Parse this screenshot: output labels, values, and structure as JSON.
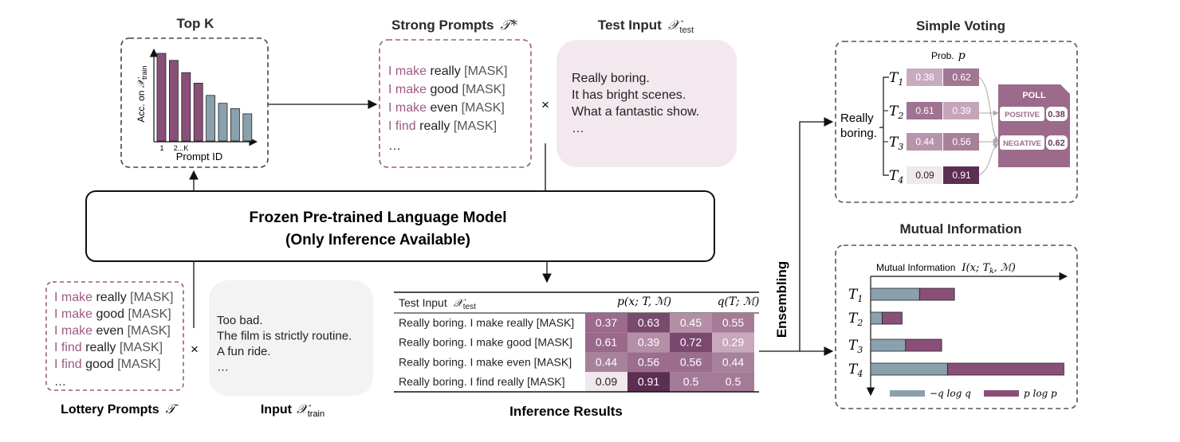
{
  "colors": {
    "purple": "#8a4f78",
    "purple_dark": "#5b2e52",
    "teal": "#8aa1ad",
    "bubble": "#f2e8ee",
    "bubble_gray": "#f3f3f3",
    "poll": "#9c6a8a"
  },
  "topk": {
    "title": "Top K",
    "ylabel_prefix": "Acc. on ",
    "ylabel_math": "𝒳",
    "ylabel_sub": "train",
    "xlabel": "Prompt ID",
    "tick1": "1",
    "tick2": "2...K",
    "bar_values": [
      1.0,
      0.92,
      0.78,
      0.66,
      0.52,
      0.43,
      0.37,
      0.31
    ],
    "bar_colors": [
      "purple",
      "purple",
      "purple",
      "purple",
      "teal",
      "teal",
      "teal",
      "teal"
    ]
  },
  "strong": {
    "title": "Strong Prompts",
    "title_math": "𝒯*",
    "lines": [
      {
        "a": "I make",
        "b": "really",
        "c": "[MASK]"
      },
      {
        "a": "I make",
        "b": "good",
        "c": "[MASK]"
      },
      {
        "a": "I make",
        "b": "even",
        "c": "[MASK]"
      },
      {
        "a": "I find",
        "b": "really",
        "c": "[MASK]"
      }
    ],
    "ellipsis": "…"
  },
  "times": "×",
  "test_input": {
    "title": "Test Input",
    "title_math": "𝒳",
    "title_sub": "test",
    "lines": [
      "Really boring.",
      "It has bright scenes.",
      "What a fantastic show.",
      "…"
    ]
  },
  "frozen": {
    "line1": "Frozen Pre-trained Language Model",
    "line2": "(Only Inference Available)"
  },
  "lottery": {
    "title": "Lottery Prompts",
    "title_math": "𝒯",
    "lines": [
      {
        "a": "I make",
        "b": "really",
        "c": "[MASK]"
      },
      {
        "a": "I make",
        "b": "good",
        "c": "[MASK]"
      },
      {
        "a": "I make",
        "b": "even",
        "c": "[MASK]"
      },
      {
        "a": "I find",
        "b": "really",
        "c": "[MASK]"
      },
      {
        "a": "I find",
        "b": "good",
        "c": "[MASK]"
      }
    ],
    "ellipsis": "…"
  },
  "train_input": {
    "title": "Input",
    "title_math": "𝒳",
    "title_sub": "train",
    "lines": [
      "Too bad.",
      "The film is strictly routine.",
      "A fun ride.",
      "…"
    ]
  },
  "inference": {
    "title": "Inference Results",
    "header_label": "Test Input",
    "header_math": "𝒳",
    "header_sub": "test",
    "header_p": "p(x; T, ℳ)",
    "header_q": "q(T; ℳ)",
    "rows": [
      {
        "text": "Really boring. I make really [MASK]",
        "values": [
          "0.37",
          "0.63",
          "0.45",
          "0.55"
        ],
        "shades": [
          "#9c6a8a",
          "#7a4a6e",
          "#b48da6",
          "#a57b98"
        ]
      },
      {
        "text": "Really boring. I make good [MASK]",
        "values": [
          "0.61",
          "0.39",
          "0.72",
          "0.29"
        ],
        "shades": [
          "#9a6888",
          "#b48fa8",
          "#7b4870",
          "#c8a8bd"
        ]
      },
      {
        "text": "Really boring. I make even [MASK]",
        "values": [
          "0.44",
          "0.56",
          "0.56",
          "0.44"
        ],
        "shades": [
          "#a8819b",
          "#9c6d8d",
          "#9c6d8d",
          "#a8819b"
        ]
      },
      {
        "text": "Really boring. I find really [MASK]",
        "values": [
          "0.09",
          "0.91",
          "0.5",
          "0.5"
        ],
        "shades": [
          "#f1e8ee",
          "#5b2e52",
          "#a47b97",
          "#a47b97"
        ]
      }
    ]
  },
  "ensembling": "Ensembling",
  "voting": {
    "title": "Simple Voting",
    "prob_label": "Prob.",
    "prob_math": "p",
    "input_l1": "Really",
    "input_l2": "boring.",
    "rows": [
      {
        "t": "T",
        "sub": "1",
        "a": "0.38",
        "b": "0.62",
        "ca": "#c9abbf",
        "cb": "#a07693"
      },
      {
        "t": "T",
        "sub": "2",
        "a": "0.61",
        "b": "0.39",
        "ca": "#9f7391",
        "cb": "#c5a5ba"
      },
      {
        "t": "T",
        "sub": "3",
        "a": "0.44",
        "b": "0.56",
        "ca": "#b894ac",
        "cb": "#a88199"
      },
      {
        "t": "T",
        "sub": "4",
        "a": "0.09",
        "b": "0.91",
        "ca": "#f1e8ee",
        "cb": "#5b2e52"
      }
    ],
    "poll_title": "POLL",
    "positive": "POSITIVE",
    "positive_val": "0.38",
    "negative": "NEGATIVE",
    "negative_val": "0.62"
  },
  "mi": {
    "title": "Mutual Information",
    "axis_label": "Mutual Information",
    "axis_math": "I(x; T",
    "axis_math_sub": "k",
    "axis_math_end": ", ℳ)",
    "rows": [
      {
        "t": "T",
        "sub": "1",
        "q": 0.42,
        "p": 0.3
      },
      {
        "t": "T",
        "sub": "2",
        "q": 0.1,
        "p": 0.17
      },
      {
        "t": "T",
        "sub": "3",
        "q": 0.3,
        "p": 0.31
      },
      {
        "t": "T",
        "sub": "4",
        "q": 0.66,
        "p": 1.0
      }
    ],
    "legend_q": "−q log q",
    "legend_p": "p log p"
  }
}
